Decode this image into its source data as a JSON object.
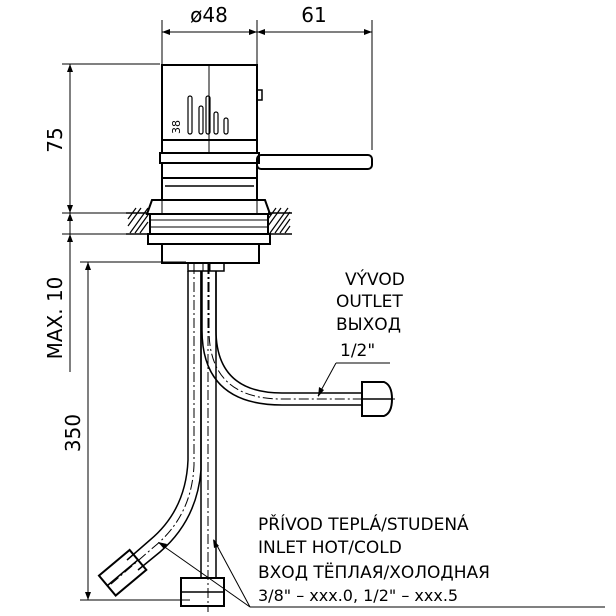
{
  "dimensions": {
    "diameter": "ø48",
    "lever_reach": "61",
    "body_height": "75",
    "max_deck": "MAX. 10",
    "hose_length": "350"
  },
  "body_marking": "38",
  "outlet": {
    "line1": "VÝVOD",
    "line2": "OUTLET",
    "line3": "ВЫХОД",
    "size": "1/2\""
  },
  "inlet": {
    "line1": "PŘÍVOD TEPLÁ/STUDENÁ",
    "line2": "INLET HOT/COLD",
    "line3": "ВХОД ТЁПЛАЯ/ХОЛОДНАЯ",
    "line4": "3/8\" – xxx.0, 1/2\" – xxx.5"
  }
}
